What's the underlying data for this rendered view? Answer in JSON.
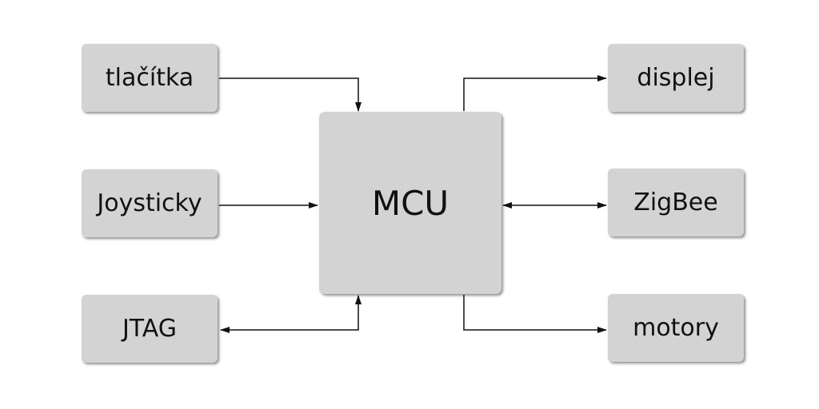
{
  "diagram": {
    "inputs": {
      "tlacitka": "tlačítka",
      "joysticky": "Joysticky",
      "jtag": "JTAG"
    },
    "center": {
      "mcu": "MCU"
    },
    "outputs": {
      "displej": "displej",
      "zigbee": "ZigBee",
      "motory": "motory"
    },
    "connections": [
      {
        "from": "tlačítka",
        "to": "MCU",
        "direction": "one-way"
      },
      {
        "from": "Joysticky",
        "to": "MCU",
        "direction": "one-way"
      },
      {
        "from": "JTAG",
        "to": "MCU",
        "direction": "bidirectional"
      },
      {
        "from": "MCU",
        "to": "displej",
        "direction": "one-way"
      },
      {
        "from": "MCU",
        "to": "ZigBee",
        "direction": "bidirectional"
      },
      {
        "from": "MCU",
        "to": "motory",
        "direction": "one-way"
      }
    ],
    "colors": {
      "block_fill": "#d3d3d3",
      "line": "#111111"
    }
  }
}
